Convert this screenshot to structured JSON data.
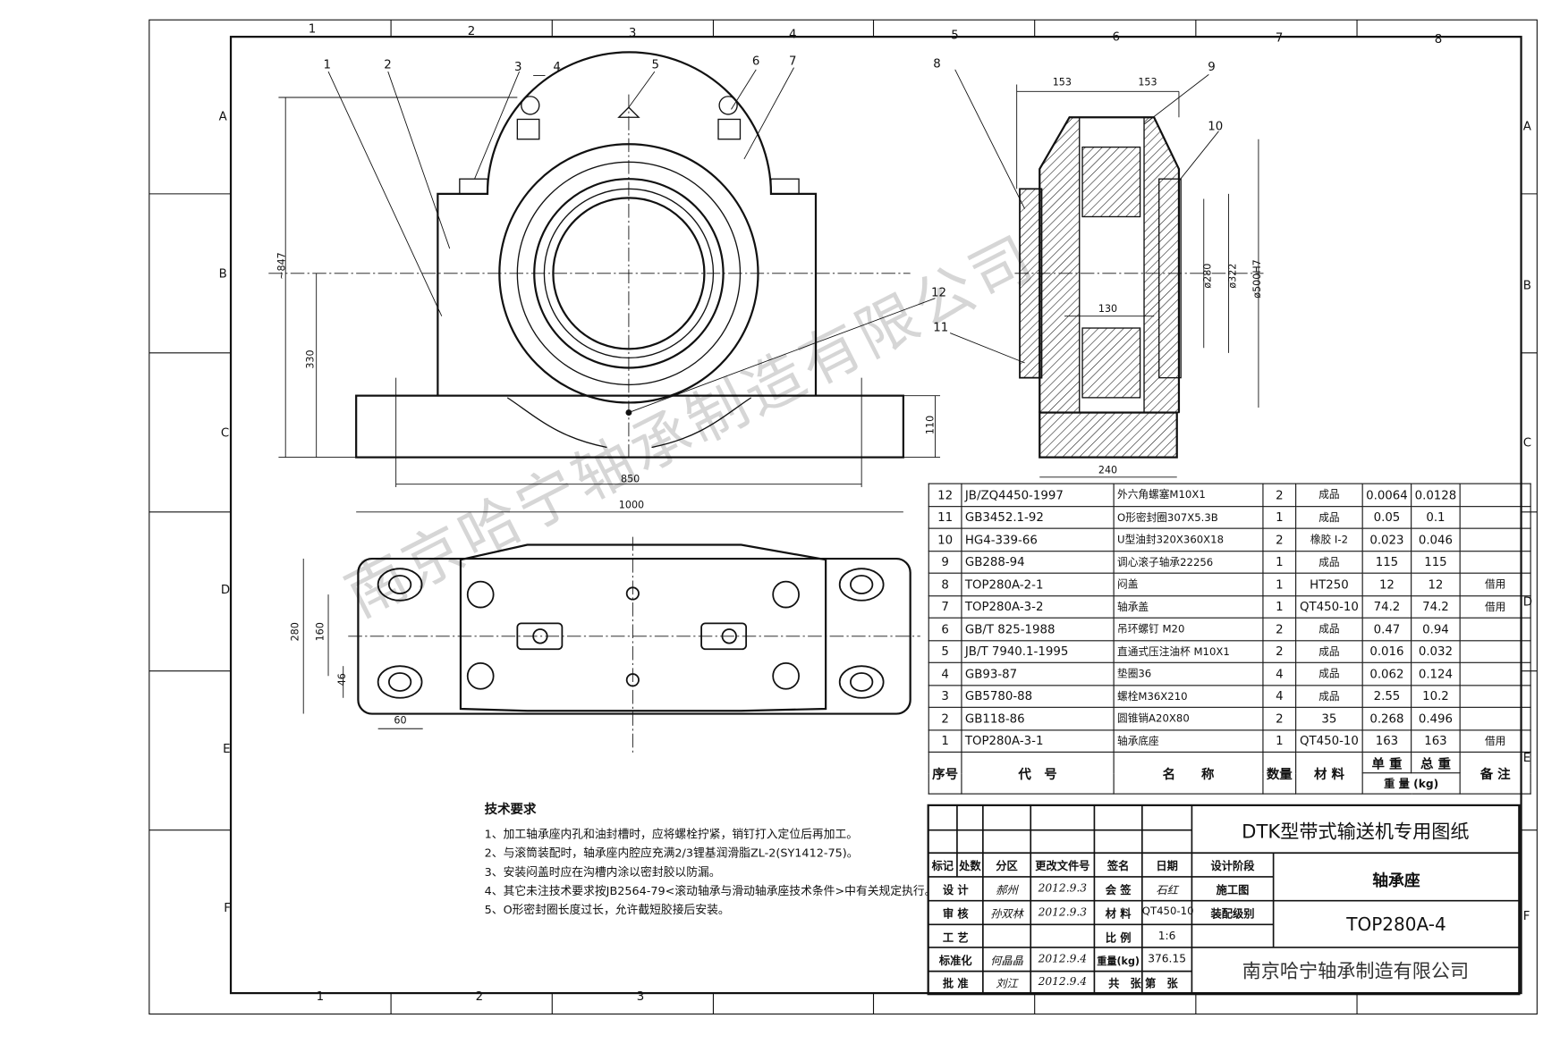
{
  "grid": {
    "columns": [
      "1",
      "2",
      "3",
      "4",
      "5",
      "6",
      "7",
      "8"
    ],
    "rows": [
      "A",
      "B",
      "C",
      "D",
      "E",
      "F"
    ]
  },
  "watermark": "南京哈宁轴承制造有限公司",
  "front_view": {
    "balloons": [
      "1",
      "2",
      "3",
      "4",
      "5",
      "6",
      "7",
      "12"
    ],
    "dims": {
      "height_total": "~847",
      "height_center": "330",
      "base_height": "110",
      "bolt_span": "850",
      "length": "1000"
    }
  },
  "plan_view": {
    "dims": {
      "width": "280",
      "inner": "160",
      "hole": "46",
      "edge": "60"
    }
  },
  "section_view": {
    "balloons": [
      "8",
      "9",
      "10",
      "11"
    ],
    "dims": {
      "left": "153",
      "right": "153",
      "bore": "130",
      "d1": "ø280",
      "d2": "ø322",
      "d3": "ø500H7",
      "width": "240"
    }
  },
  "technical_requirements": {
    "title": "技术要求",
    "items": [
      "1、加工轴承座内孔和油封槽时，应将螺栓拧紧，销钉打入定位后再加工。",
      "2、与滚筒装配时，轴承座内腔应充满2/3锂基润滑脂ZL-2(SY1412-75)。",
      "3、安装闷盖时应在沟槽内涂以密封胶以防漏。",
      "4、其它未注技术要求按JB2564-79<滚动轴承与滑动轴承座技术条件>中有关规定执行。",
      "5、O形密封圈长度过长，允许截短胶接后安装。"
    ]
  },
  "bom": {
    "rows": [
      {
        "no": "12",
        "code": "JB/ZQ4450-1997",
        "name": "外六角螺塞M10X1",
        "qty": "2",
        "material": "成品",
        "unit": "0.0064",
        "total": "0.0128",
        "remark": ""
      },
      {
        "no": "11",
        "code": "GB3452.1-92",
        "name": "O形密封圈307X5.3B",
        "qty": "1",
        "material": "成品",
        "unit": "0.05",
        "total": "0.1",
        "remark": ""
      },
      {
        "no": "10",
        "code": "HG4-339-66",
        "name": "U型油封320X360X18",
        "qty": "2",
        "material": "橡胶 I-2",
        "unit": "0.023",
        "total": "0.046",
        "remark": ""
      },
      {
        "no": "9",
        "code": "GB288-94",
        "name": "调心滚子轴承22256",
        "qty": "1",
        "material": "成品",
        "unit": "115",
        "total": "115",
        "remark": ""
      },
      {
        "no": "8",
        "code": "TOP280A-2-1",
        "name": "闷盖",
        "qty": "1",
        "material": "HT250",
        "unit": "12",
        "total": "12",
        "remark": "借用"
      },
      {
        "no": "7",
        "code": "TOP280A-3-2",
        "name": "轴承盖",
        "qty": "1",
        "material": "QT450-10",
        "unit": "74.2",
        "total": "74.2",
        "remark": "借用"
      },
      {
        "no": "6",
        "code": "GB/T 825-1988",
        "name": "吊环螺钉 M20",
        "qty": "2",
        "material": "成品",
        "unit": "0.47",
        "total": "0.94",
        "remark": ""
      },
      {
        "no": "5",
        "code": "JB/T 7940.1-1995",
        "name": "直通式压注油杯 M10X1",
        "qty": "2",
        "material": "成品",
        "unit": "0.016",
        "total": "0.032",
        "remark": ""
      },
      {
        "no": "4",
        "code": "GB93-87",
        "name": "垫圈36",
        "qty": "4",
        "material": "成品",
        "unit": "0.062",
        "total": "0.124",
        "remark": ""
      },
      {
        "no": "3",
        "code": "GB5780-88",
        "name": "螺栓M36X210",
        "qty": "4",
        "material": "成品",
        "unit": "2.55",
        "total": "10.2",
        "remark": ""
      },
      {
        "no": "2",
        "code": "GB118-86",
        "name": "圆锥销A20X80",
        "qty": "2",
        "material": "35",
        "unit": "0.268",
        "total": "0.496",
        "remark": ""
      },
      {
        "no": "1",
        "code": "TOP280A-3-1",
        "name": "轴承底座",
        "qty": "1",
        "material": "QT450-10",
        "unit": "163",
        "total": "163",
        "remark": "借用"
      }
    ],
    "headers": {
      "no": "序号",
      "code": "代　号",
      "name": "名　　称",
      "qty": "数量",
      "material": "材 料",
      "unit": "单 重",
      "total": "总 重",
      "weight": "重 量 (kg)",
      "remark": "备 注"
    }
  },
  "title_block": {
    "project": "DTK型带式输送机专用图纸",
    "part_name": "轴承座",
    "drawing_no": "TOP280A-4",
    "company": "南京哈宁轴承制造有限公司",
    "rev_headers": [
      "标记",
      "处数",
      "分区",
      "更改文件号",
      "签名",
      "日期"
    ],
    "design_label": "设 计",
    "design_sign": "郝州",
    "design_date": "2012.9.3",
    "review_label": "审 核",
    "review_sign": "孙双林",
    "review_date": "2012.9.3",
    "process_label": "工 艺",
    "standard_label": "标准化",
    "standard_sign": "何晶晶",
    "standard_date": "2012.9.4",
    "approve_label": "批 准",
    "approve_sign": "刘江",
    "approve_date": "2012.9.4",
    "countersign_label": "会 签",
    "countersign_sign": "石红",
    "material_label": "材 料",
    "material": "QT450-10",
    "scale_label": "比 例",
    "scale": "1:6",
    "weight_label": "重量(kg)",
    "weight": "376.15",
    "sheets_label": "共　张 第　张",
    "stage_label": "设计阶段",
    "stage": "施工图",
    "assembly_label": "装配级别"
  }
}
